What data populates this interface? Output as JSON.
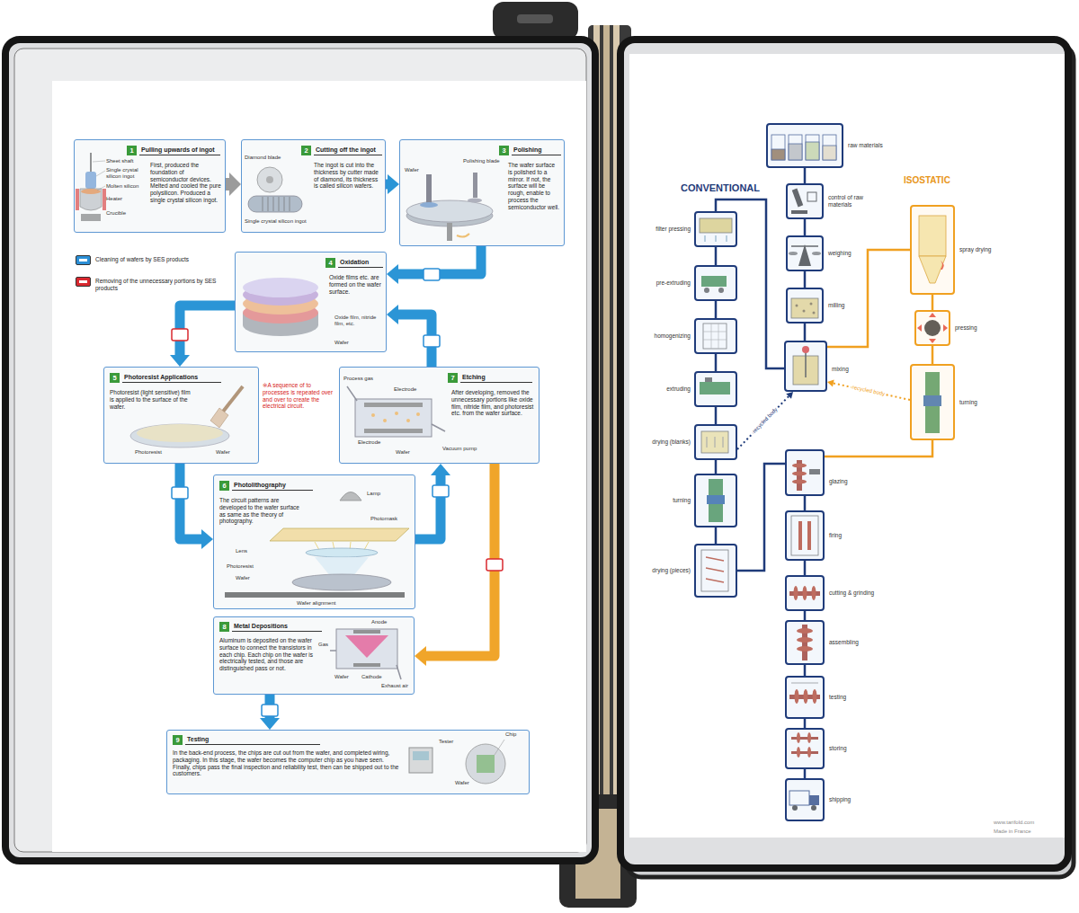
{
  "diagram": {
    "nodes": [
      {
        "text": [
          "1",
          "Pulling upwards of ingot",
          "First, produced the foundation of semiconductor devices. Melted and cooled the pure polysilicon. Produced a single crystal silicon ingot."
        ]
      },
      {
        "text": [
          "2",
          "Cutting off the ingot",
          "The ingot is cut into the thickness by cutter made of diamond, its thickness is called silicon wafers."
        ]
      },
      {
        "text": [
          "3",
          "Polishing",
          "The wafer surface is polished to a mirror. If not, the surface will be rough, enable to process the semiconductor well."
        ]
      },
      {
        "text": [
          "4",
          "Oxidation",
          "Oxide films etc. are formed on the wafer surface."
        ]
      },
      {
        "text": [
          "5",
          "Photoresist Applications",
          "Photoresist (light sensitive) film is applied to the surface of the wafer."
        ]
      },
      {
        "text": [
          "6",
          "Photolithography",
          "The circuit patterns are developed to the wafer surface as same as the theory of photography."
        ]
      },
      {
        "text": [
          "7",
          "Etching",
          "After developing, removed the unnecessary portions like oxide film, nitride film, and photoresist etc. from the wafer surface."
        ]
      },
      {
        "text": [
          "8",
          "Metal Depositions",
          "Aluminum is deposited on the wafer surface to connect the transistors in each chip. Each chip on the wafer is electrically tested, and those are distinguished pass or not."
        ]
      },
      {
        "text": [
          "9",
          "Testing",
          "In the back-end process, the chips are cut out from the wafer, and completed wiring, packaging. In this stage, the wafer becomes the computer chip as you have seen. Finally, chips pass the final inspection and reliability test, then can be shipped out to the customers."
        ]
      },
      {
        "text": [
          "raw materials"
        ]
      },
      {
        "text": [
          "control of raw materials"
        ]
      },
      {
        "text": [
          "weighing"
        ]
      },
      {
        "text": [
          "milling"
        ]
      },
      {
        "text": [
          "mixing"
        ]
      },
      {
        "text": [
          "filter pressing"
        ]
      },
      {
        "text": [
          "pre-extruding"
        ]
      },
      {
        "text": [
          "homogenizing"
        ]
      },
      {
        "text": [
          "extruding"
        ]
      },
      {
        "text": [
          "drying (blanks)"
        ]
      },
      {
        "text": [
          "turning"
        ]
      },
      {
        "text": [
          "drying (pieces)"
        ]
      },
      {
        "text": [
          "spray drying"
        ]
      },
      {
        "text": [
          "pressing"
        ]
      },
      {
        "text": [
          "turning"
        ]
      },
      {
        "text": [
          "glazing"
        ]
      },
      {
        "text": [
          "firing"
        ]
      },
      {
        "text": [
          "cutting & grinding"
        ]
      },
      {
        "text": [
          "assembling"
        ]
      },
      {
        "text": [
          "testing"
        ]
      },
      {
        "text": [
          "storing"
        ]
      },
      {
        "text": [
          "shipping"
        ]
      }
    ],
    "edges": [
      {
        "from": 0,
        "to": 1,
        "arrow": "to"
      },
      {
        "from": 1,
        "to": 2,
        "arrow": "to"
      },
      {
        "from": 2,
        "to": 3,
        "arrow": "to"
      },
      {
        "from": 3,
        "to": 4,
        "arrow": "to"
      },
      {
        "from": 4,
        "to": 5,
        "arrow": "to"
      },
      {
        "from": 5,
        "to": 6,
        "arrow": "to"
      },
      {
        "from": 6,
        "to": 3,
        "arrow": "to"
      },
      {
        "from": 6,
        "to": 7,
        "arrow": "to"
      },
      {
        "from": 7,
        "to": 8,
        "arrow": "to"
      },
      {
        "from": 9,
        "to": 10,
        "arrow": "none"
      },
      {
        "from": 10,
        "to": 11,
        "arrow": "none"
      },
      {
        "from": 11,
        "to": 12,
        "arrow": "none"
      },
      {
        "from": 12,
        "to": 13,
        "arrow": "none"
      },
      {
        "from": 13,
        "to": 14,
        "arrow": "none"
      },
      {
        "from": 14,
        "to": 15,
        "arrow": "none"
      },
      {
        "from": 15,
        "to": 16,
        "arrow": "none"
      },
      {
        "from": 16,
        "to": 17,
        "arrow": "none"
      },
      {
        "from": 17,
        "to": 18,
        "arrow": "none"
      },
      {
        "from": 18,
        "to": 19,
        "arrow": "none"
      },
      {
        "from": 19,
        "to": 20,
        "arrow": "none"
      },
      {
        "from": 20,
        "to": 24,
        "arrow": "none"
      },
      {
        "from": 13,
        "to": 21,
        "arrow": "none"
      },
      {
        "from": 21,
        "to": 22,
        "arrow": "none"
      },
      {
        "from": 22,
        "to": 23,
        "arrow": "none"
      },
      {
        "from": 23,
        "to": 24,
        "arrow": "none"
      },
      {
        "from": 24,
        "to": 25,
        "arrow": "none"
      },
      {
        "from": 25,
        "to": 26,
        "arrow": "none"
      },
      {
        "from": 26,
        "to": 27,
        "arrow": "none"
      },
      {
        "from": 27,
        "to": 28,
        "arrow": "none"
      },
      {
        "from": 28,
        "to": 29,
        "arrow": "none"
      },
      {
        "from": 29,
        "to": 30,
        "arrow": "none"
      },
      {
        "from": 18,
        "to": 13,
        "label": "recycled body",
        "arrow": "to"
      },
      {
        "from": 23,
        "to": 13,
        "label": "recycled body",
        "arrow": "to"
      }
    ],
    "labels": [
      "Sheet shaft",
      "Single crystal silicon ingot",
      "Molten silicon",
      "Heater",
      "Crucible",
      "Diamond blade",
      "Single crystal silicon ingot",
      "Wafer",
      "Polishing blade",
      "Oxide film, nitride film, etc.",
      "Wafer",
      "Photoresist",
      "Wafer",
      "※A sequence of to processes is repeated over and over to create the electrical circuit.",
      "Process gas",
      "Electrode",
      "Electrode",
      "Wafer",
      "Vacuum pump",
      "Lamp",
      "Photomask",
      "Lens",
      "Photoresist",
      "Wafer",
      "Wafer alignment",
      "Anode",
      "Gas",
      "Wafer",
      "Cathode",
      "Exhaust air",
      "Tester",
      "Chip",
      "Wafer",
      "CONVENTIONAL",
      "ISOSTATIC",
      "www.tarifold.com",
      "Made in France"
    ],
    "legend": [
      {
        "text": "Cleaning of wafers by SES products",
        "color": "#2b8fd6"
      },
      {
        "text": "Removing of the unnecessary portions by SES products",
        "color": "#d9282f"
      }
    ]
  }
}
